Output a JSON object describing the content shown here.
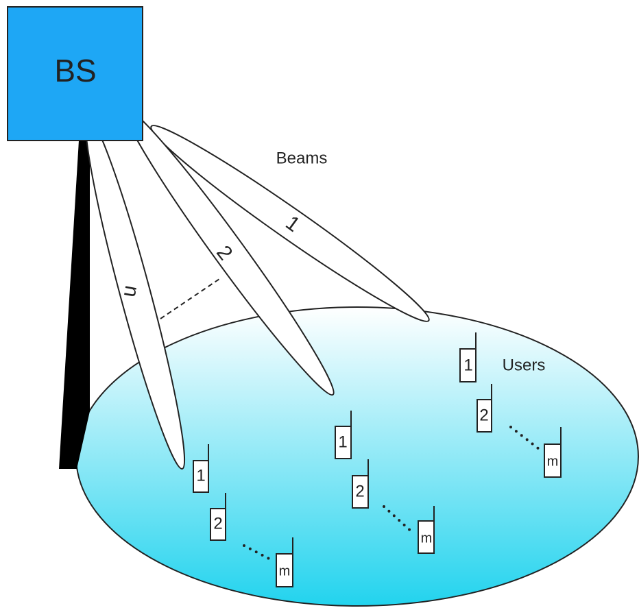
{
  "base_station": {
    "label": "BS",
    "color": "#1ea7f5"
  },
  "beams_label": "Beams",
  "users_label": "Users",
  "beams": [
    {
      "label": "1"
    },
    {
      "label": "2"
    },
    {
      "label": "n"
    }
  ],
  "user_groups": [
    {
      "users": [
        {
          "label": "1"
        },
        {
          "label": "2"
        },
        {
          "label": "m"
        }
      ]
    },
    {
      "users": [
        {
          "label": "1"
        },
        {
          "label": "2"
        },
        {
          "label": "m"
        }
      ]
    },
    {
      "users": [
        {
          "label": "1"
        },
        {
          "label": "2"
        },
        {
          "label": "m"
        }
      ]
    }
  ],
  "colors": {
    "coverage_top": "#ffffff",
    "coverage_bottom": "#22d3ee",
    "tower": "#000000",
    "beam_fill": "#ffffff",
    "outline": "#222222"
  }
}
